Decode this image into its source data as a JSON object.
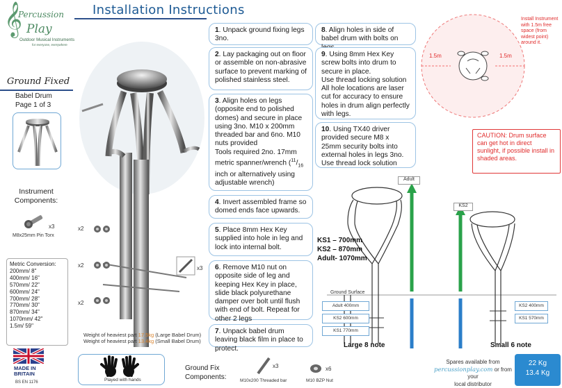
{
  "logo": {
    "word1": "Percussion",
    "word2": "Play",
    "tagline": "Outdoor Musical Instruments",
    "tagline2": "for everyone, everywhere"
  },
  "header": {
    "title": "Installation Instructions"
  },
  "sidebar": {
    "section_title": "Ground Fixed",
    "product_name": "Babel Drum",
    "page": "Page 1 of 3",
    "components_label": "Instrument Components:",
    "pin_qty": "x3",
    "pin_name": "M8x25mm Pin Torx",
    "metric": {
      "title": "Metric Conversion:",
      "rows": [
        "200mm/ 8\"",
        "400mm/ 16\"",
        "570mm/ 22\"",
        "600mm/ 24\"",
        "700mm/ 28\"",
        "770mm/ 30\"",
        "870mm/ 34\"",
        "1070mm/ 42\"",
        "1.5m/ 59\""
      ]
    },
    "made_in_1": "MADE IN",
    "made_in_2": "BRITAIN",
    "standard": "BS EN 1176"
  },
  "product": {
    "qty_labels": [
      "x2",
      "x2",
      "x2"
    ],
    "qty_bar": "x3",
    "weight_1_pre": "Weight of heaviest part ",
    "weight_1_val": "17.5kg",
    "weight_1_post": " (Large Babel Drum)",
    "weight_2_pre": "Weight of heaviest part ",
    "weight_2_val": "13.4kg",
    "weight_2_post": " (Small Babel Drum)"
  },
  "steps": {
    "s1": {
      "num": "1",
      "text": ". Unpack ground fixing legs 3no."
    },
    "s2": {
      "num": "2",
      "text": ". Lay packaging out on floor or assemble on non-abrasive surface to prevent marking of polished stainless steel."
    },
    "s3": {
      "num": "3",
      "text": ". Align holes on legs (opposite end to polished domes) and secure in place using 3no. M10 x 200mm threaded bar and 6no. M10 nuts provided",
      "text2": "Tools required 2no. 17mm metric spanner/wrench (",
      "frac_n": "11",
      "frac_d": "16",
      "text3": " inch or alternatively using adjustable wrench)"
    },
    "s4": {
      "num": "4",
      "text": ". Invert assembled frame so domed ends face upwards."
    },
    "s5": {
      "num": "5",
      "text": ". Place 8mm Hex Key supplied into hole in leg and lock into internal bolt."
    },
    "s6": {
      "num": "6",
      "text": ". Remove M10 nut on opposite side of leg and keeping Hex Key in place, slide black polyurethane damper over bolt until flush with end of bolt. Repeat for other 2 legs"
    },
    "s7": {
      "num": "7",
      "text": ". Unpack babel drum leaving black film in place to protect."
    },
    "s8": {
      "num": "8",
      "text": ". Align holes in side of babel drum with bolts on legs."
    },
    "s9": {
      "num": "9",
      "text": ". Using 8mm Hex Key screw bolts into drum to secure in place.",
      "text2": "Use thread locking solution",
      "text3": "All hole locations are laser cut for accuracy to ensure holes in drum align perfectly with legs."
    },
    "s10": {
      "num": "10",
      "text": ". Using TX40 driver provided secure M8 x 25mm security bolts into external holes in legs 3no. Use thread lock solution"
    }
  },
  "space": {
    "note": "Install Instrument with 1.5m free space (from widest point) around it.",
    "left": "1.5m",
    "right": "1.5m"
  },
  "caution": "CAUTION: Drum surface can get hot in direct sunlight, if possible install in shaded areas.",
  "diagram": {
    "ks": [
      "KS1 – 700mm",
      "KS2 – 870mm",
      "Adult- 1070mm"
    ],
    "adult_tag": "Adult",
    "ks2_tag": "KS2",
    "ground": "Ground Surface",
    "large_boxes": [
      "Adult 400mm",
      "KS2 600mm",
      "KS1 770mm"
    ],
    "small_boxes": [
      "KS2 400mm",
      "KS1 570mm"
    ],
    "large_caption": "Large 8 note",
    "small_caption": "Small 6 note"
  },
  "bottom": {
    "hands_caption": "Played with hands",
    "gf_components": "Ground Fix Components:",
    "bar_qty": "x3",
    "bar_name": "M10x200 Threaded bar",
    "nut_qty": "x6",
    "nut_name": "M10 BZP Nut",
    "spares_1": "Spares available from",
    "spares_link": "percussionplay.com",
    "spares_2": "or from your",
    "spares_3": "local distributor",
    "weight_large": "22 Kg",
    "weight_small": "13.4 Kg"
  },
  "colors": {
    "accent": "#1d5a94",
    "border": "#9cc3e4",
    "warning": "#e02b2b",
    "green": "#2aa24a",
    "blue": "#2b7ec9",
    "weight_highlight": "#d9822b"
  }
}
